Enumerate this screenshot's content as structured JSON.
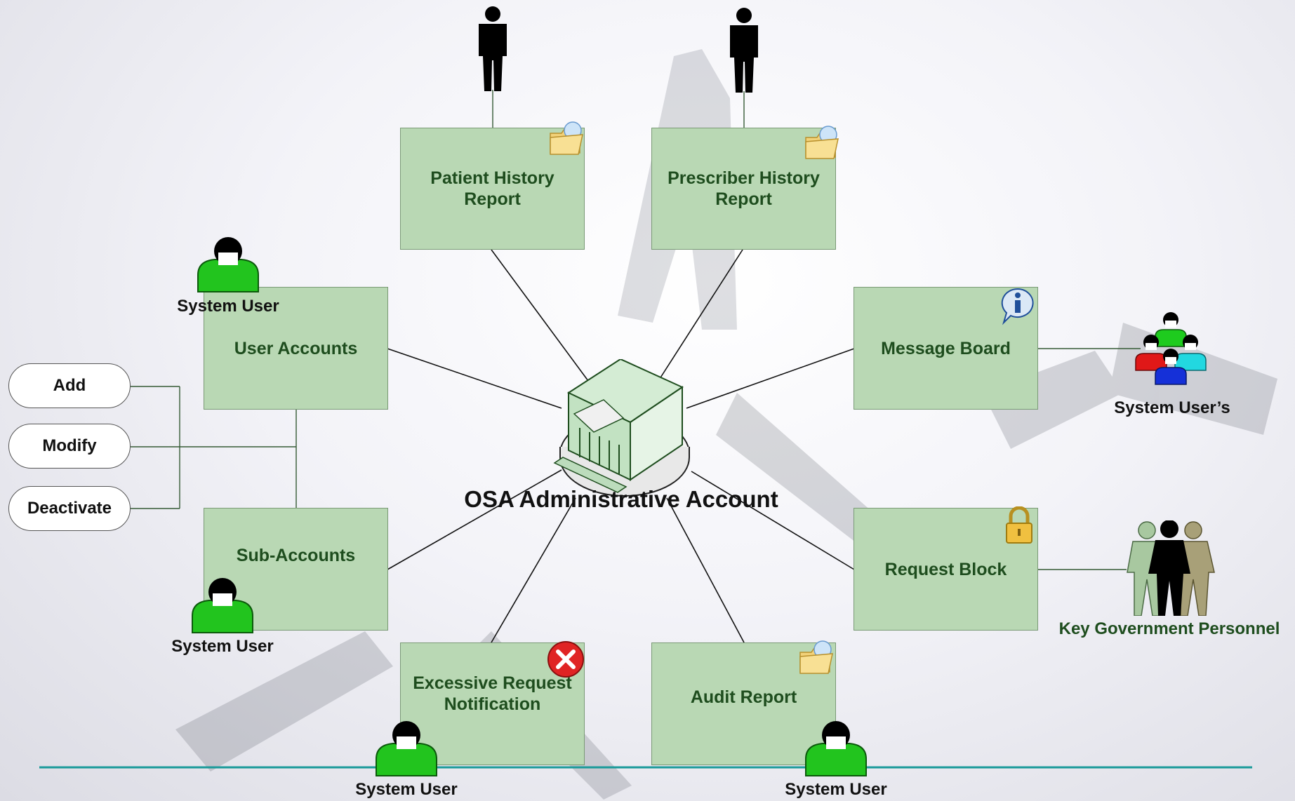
{
  "diagram": {
    "center": {
      "title": "OSA Administrative Account",
      "icon": "building-icon"
    },
    "boxes": {
      "patient_history": "Patient History Report",
      "prescriber_history": "Prescriber History Report",
      "user_accounts": "User Accounts",
      "sub_accounts": "Sub-Accounts",
      "message_board": "Message Board",
      "request_block": "Request Block",
      "excessive_request": "Excessive Request Notification",
      "audit_report": "Audit Report"
    },
    "actions": [
      "Add",
      "Modify",
      "Deactivate"
    ],
    "actors": {
      "system_user": "System User",
      "system_users_group": "System User’s",
      "key_government": "Key Government Personnel"
    },
    "colors": {
      "box_fill": "#b9d8b4",
      "box_text": "#1e4d1e",
      "connector": "#111111",
      "baseline": "#1a9a9a",
      "key_government_text": "#1e4d1e"
    }
  }
}
